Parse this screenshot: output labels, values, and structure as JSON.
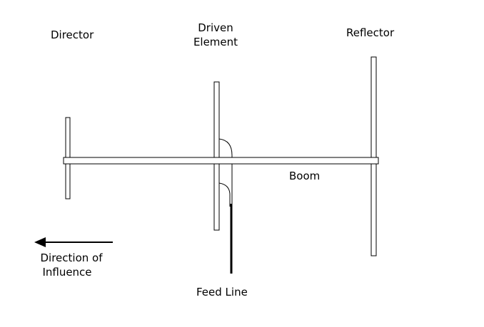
{
  "labels": {
    "director": "Director",
    "driven_element_line1": "Driven",
    "driven_element_line2": "Element",
    "reflector": "Reflector",
    "boom": "Boom",
    "direction_line1": "Direction of",
    "direction_line2": "Influence",
    "feed_line": "Feed Line"
  },
  "colors": {
    "stroke": "#000000",
    "fill": "#ffffff",
    "text": "#000000"
  }
}
